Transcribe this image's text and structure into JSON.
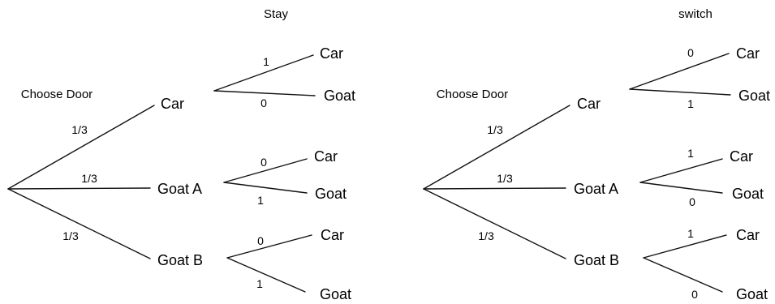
{
  "trees": [
    {
      "title": "Stay",
      "root_label": "Choose Door",
      "first_level": [
        {
          "label": "Car",
          "prob": "1/3"
        },
        {
          "label": "Goat A",
          "prob": "1/3"
        },
        {
          "label": "Goat B",
          "prob": "1/3"
        }
      ],
      "outcomes": [
        [
          {
            "label": "Car",
            "prob": "1"
          },
          {
            "label": "Goat",
            "prob": "0"
          }
        ],
        [
          {
            "label": "Car",
            "prob": "0"
          },
          {
            "label": "Goat",
            "prob": "1"
          }
        ],
        [
          {
            "label": "Car",
            "prob": "0"
          },
          {
            "label": "Goat",
            "prob": "1"
          }
        ]
      ]
    },
    {
      "title": "switch",
      "root_label": "Choose Door",
      "first_level": [
        {
          "label": "Car",
          "prob": "1/3"
        },
        {
          "label": "Goat A",
          "prob": "1/3"
        },
        {
          "label": "Goat B",
          "prob": "1/3"
        }
      ],
      "outcomes": [
        [
          {
            "label": "Car",
            "prob": "0"
          },
          {
            "label": "Goat",
            "prob": "1"
          }
        ],
        [
          {
            "label": "Car",
            "prob": "1"
          },
          {
            "label": "Goat",
            "prob": "0"
          }
        ],
        [
          {
            "label": "Car",
            "prob": "1"
          },
          {
            "label": "Goat",
            "prob": "0"
          }
        ]
      ]
    }
  ]
}
